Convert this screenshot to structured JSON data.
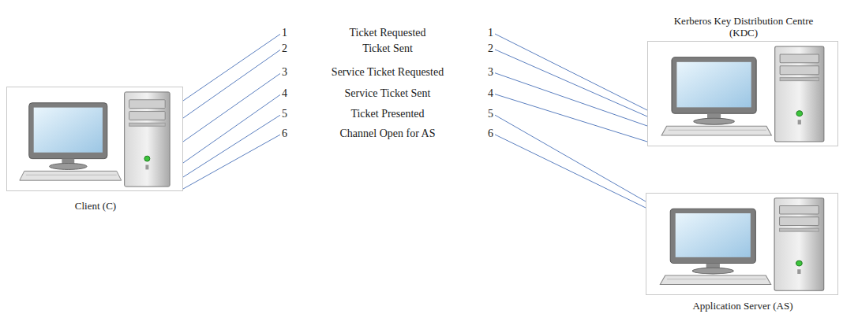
{
  "diagram": {
    "nodes": [
      {
        "text": [
          "Client (C)"
        ]
      },
      {
        "text": [
          "Kerberos Key Distribution Centre (KDC)"
        ]
      },
      {
        "text": [
          "Application Server (AS)"
        ]
      }
    ],
    "edges": [
      {
        "from": 0,
        "to": 1,
        "arrow": "none",
        "label": "Ticket Requested"
      },
      {
        "from": 0,
        "to": 1,
        "arrow": "none",
        "label": "Ticket Sent"
      },
      {
        "from": 0,
        "to": 1,
        "arrow": "none",
        "label": "Service Ticket Requested"
      },
      {
        "from": 0,
        "to": 1,
        "arrow": "none",
        "label": "Service Ticket Sent"
      },
      {
        "from": 0,
        "to": 2,
        "arrow": "none",
        "label": "Ticket Presented"
      },
      {
        "from": 0,
        "to": 2,
        "arrow": "none",
        "label": "Channel Open for AS"
      }
    ],
    "labels": [
      "1",
      "1",
      "2",
      "2",
      "3",
      "3",
      "4",
      "4",
      "5",
      "5",
      "6",
      "6"
    ]
  }
}
